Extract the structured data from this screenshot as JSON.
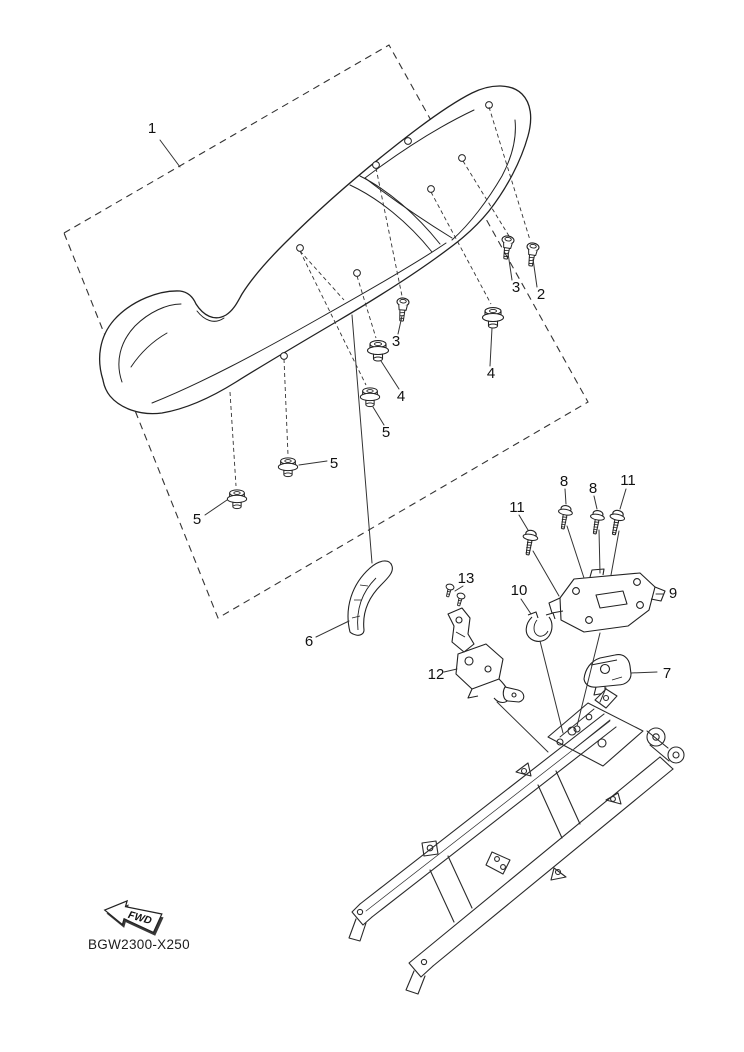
{
  "figure": {
    "code": "BGW2300-X250",
    "fwd_label": "FWD"
  },
  "callouts": [
    {
      "ref": "1"
    },
    {
      "ref": "2"
    },
    {
      "ref": "3"
    },
    {
      "ref": "3"
    },
    {
      "ref": "4"
    },
    {
      "ref": "4"
    },
    {
      "ref": "5"
    },
    {
      "ref": "5"
    },
    {
      "ref": "5"
    },
    {
      "ref": "6"
    },
    {
      "ref": "7"
    },
    {
      "ref": "8"
    },
    {
      "ref": "8"
    },
    {
      "ref": "9"
    },
    {
      "ref": "10"
    },
    {
      "ref": "11"
    },
    {
      "ref": "11"
    },
    {
      "ref": "12"
    },
    {
      "ref": "13"
    }
  ]
}
